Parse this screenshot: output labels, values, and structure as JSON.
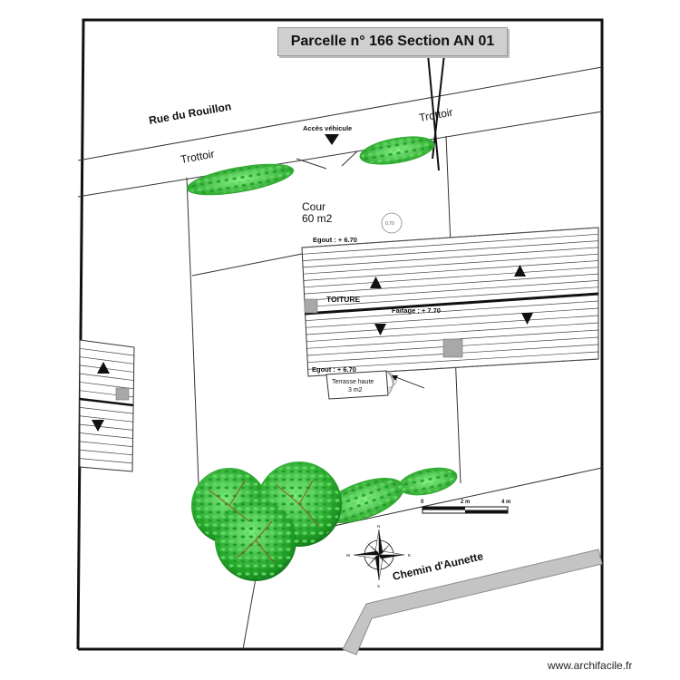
{
  "title": "Parcelle n° 166 Section AN 01",
  "streets": {
    "north": "Rue du Rouillon",
    "south": "Chemin d'Aunette"
  },
  "sidewalk_label_left": "Trottoir",
  "sidewalk_label_right": "Trottoir",
  "vehicle_access_label": "Accès véhicule",
  "courtyard": {
    "label": "Cour",
    "area": "60 m2"
  },
  "level_marker": "0.70",
  "roof": {
    "label": "TOITURE",
    "eave_top": "Egout : + 6.70",
    "ridge": "Faitage : + 7.70",
    "eave_bottom": "Egout : + 6.70"
  },
  "terrace": {
    "label": "Terrasse haute",
    "area": "3 m2"
  },
  "scale": {
    "zero": "0",
    "mid": "2 m",
    "end": "4 m"
  },
  "compass": {
    "n": "N",
    "s": "S",
    "e": "E",
    "w": "W"
  },
  "credit": "www.archifacile.fr",
  "colors": {
    "hedge_dark": "#1f9a1f",
    "hedge_light": "#59e859",
    "tree_dark": "#0f7a1a",
    "tree_light": "#67e06a",
    "vent": "#a8a8a8"
  }
}
